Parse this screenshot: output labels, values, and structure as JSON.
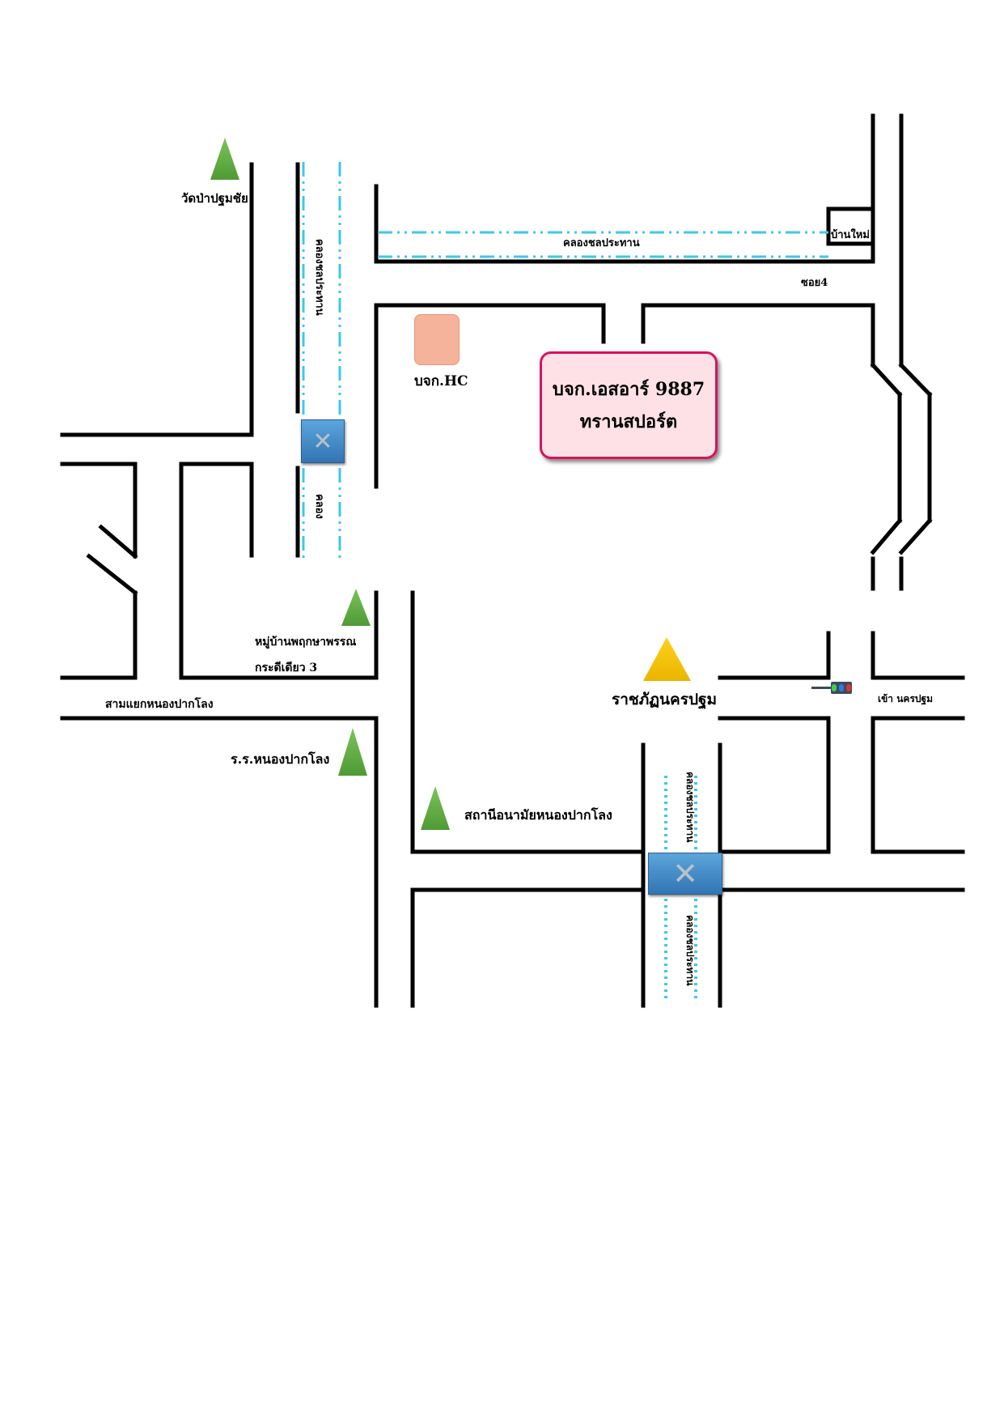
{
  "labels": {
    "wat_pa_pathum_chai": "วัดป่าปฐมชัย",
    "canal_top": "คลองชลประทาน",
    "canal_left_upper": "คลองชลประทาน",
    "canal_left_lower": "คลอง",
    "ban_mai": "บ้านใหม่",
    "soi4": "ซอย4",
    "company_hc": "บจก.HC",
    "mu_ban_line1": "หมู่บ้านพฤกษาพรรณ",
    "mu_ban_line2": "กระดีเดียว 3",
    "sam_yaek": "สามแยกหนองปากโลง",
    "school": "ร.ร.หนองปากโลง",
    "health_station": "สถานีอนามัยหนองปากโลง",
    "rajabhat": "ราชภัฏนครปฐม",
    "to_nakhon_pathom": "เข้า นครปฐม",
    "canal_bottom_upper": "คลองชลประทาน",
    "canal_bottom_lower": "คลองชลประทาน"
  },
  "destination": {
    "line1": "บจก.เอสอาร์ 9887",
    "line2": "ทรานสปอร์ต"
  },
  "icons": {
    "bridge_symbol": "✕",
    "landmark": "triangle-landmark-icon",
    "traffic_light": "traffic-light-icon"
  },
  "colors": {
    "road": "#000000",
    "canal": "#3ec8e8",
    "landmark_green": "#6ab04c",
    "landmark_gold": "#f5c400",
    "destination_border": "#d8125f",
    "destination_fill": "#fde1e6",
    "hc_building": "#f4b39a",
    "bridge": "#3f86c6",
    "signal_red": "#e0322f",
    "signal_green": "#3ccf4e",
    "signal_blue": "#2d7de0"
  }
}
